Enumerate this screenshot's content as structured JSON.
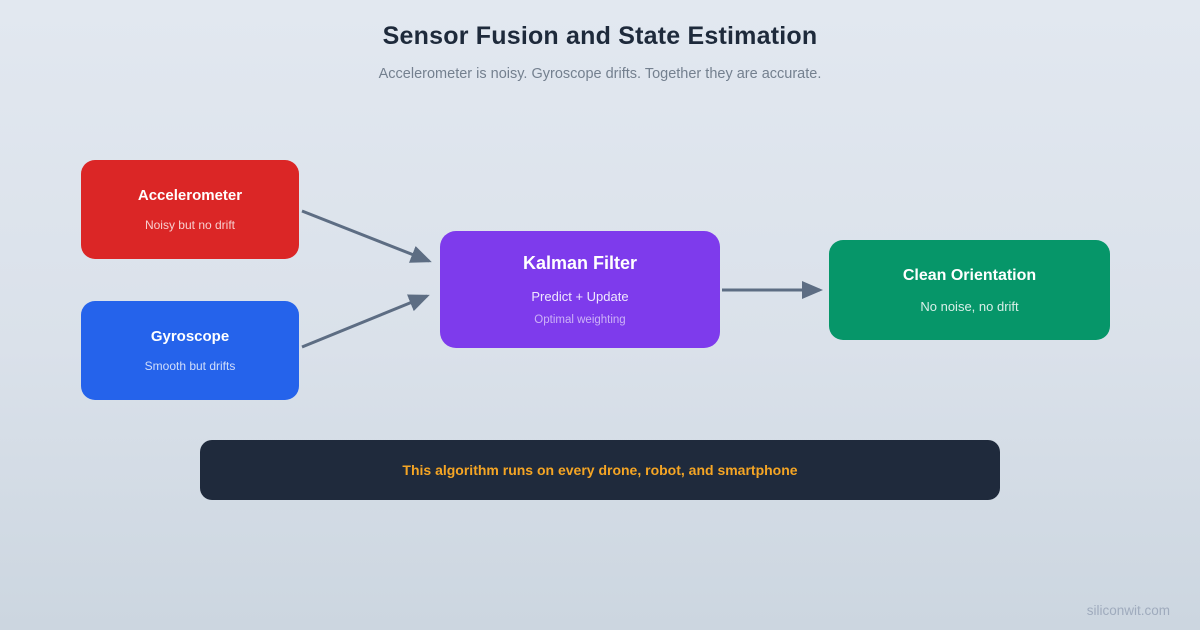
{
  "header": {
    "title": "Sensor Fusion and State Estimation",
    "subtitle": "Accelerometer is noisy. Gyroscope drifts. Together they are accurate."
  },
  "nodes": {
    "accelerometer": {
      "title": "Accelerometer",
      "subtitle": "Noisy but no drift",
      "color": "#db2626"
    },
    "gyroscope": {
      "title": "Gyroscope",
      "subtitle": "Smooth but drifts",
      "color": "#2563eb"
    },
    "kalman_filter": {
      "title": "Kalman Filter",
      "subtitle": "Predict + Update",
      "note": "Optimal weighting",
      "color": "#7e3bec"
    },
    "clean_orientation": {
      "title": "Clean Orientation",
      "subtitle": "No noise, no drift",
      "color": "#069669"
    }
  },
  "connections": [
    {
      "from": "accelerometer",
      "to": "kalman_filter"
    },
    {
      "from": "gyroscope",
      "to": "kalman_filter"
    },
    {
      "from": "kalman_filter",
      "to": "clean_orientation"
    }
  ],
  "arrow_color": "#5d6d83",
  "banner": {
    "text": "This algorithm runs on every drone, robot, and smartphone",
    "bg": "#1f2a3c",
    "text_color": "#f5a524"
  },
  "footer": {
    "text": "siliconwit.com"
  },
  "background": {
    "top": "#e2e8f0",
    "bottom": "#ccd6e0"
  }
}
